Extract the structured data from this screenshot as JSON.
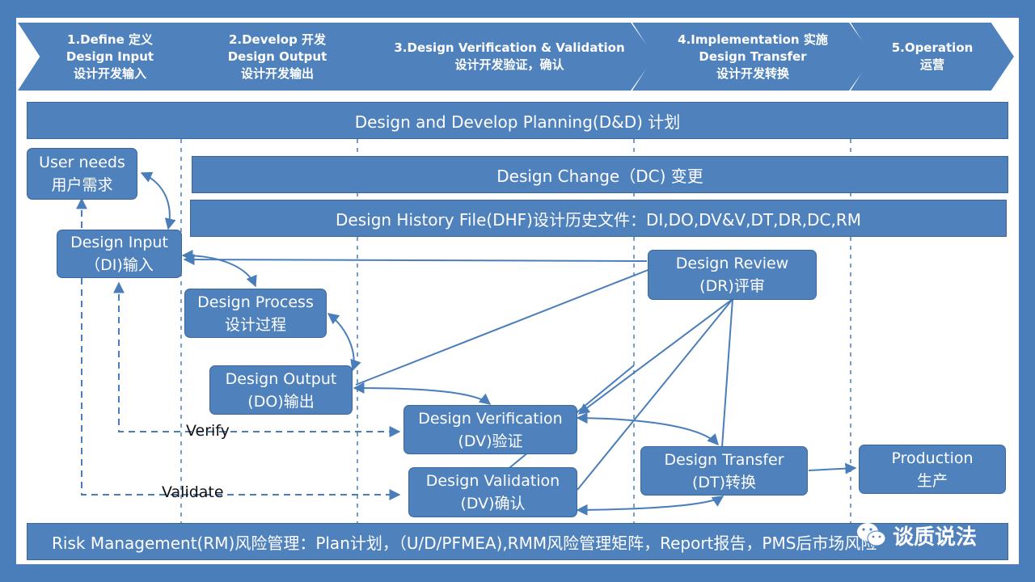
{
  "phases": [
    {
      "line1": "1.Define 定义",
      "line2": "Design Input",
      "line3": "设计开发输入"
    },
    {
      "line1": "2.Develop 开发",
      "line2": "Design Output",
      "line3": "设计开发输出"
    },
    {
      "line1": "3.Design Verification & Validation",
      "line2": "设计开发验证，确认",
      "line3": ""
    },
    {
      "line1": "4.Implementation 实施",
      "line2": "Design Transfer",
      "line3": "设计开发转换"
    },
    {
      "line1": "5.Operation",
      "line2": "运营",
      "line3": ""
    }
  ],
  "bands": {
    "planning": "Design and Develop Planning(D&D) 计划",
    "change": "Design Change（DC) 变更",
    "dhf": "Design History File(DHF)设计历史文件：DI,DO,DV&V,DT,DR,DC,RM",
    "risk": "Risk Management(RM)风险管理：Plan计划，（U/D/PFMEA),RMM风险管理矩阵，Report报告，PMS后市场风险"
  },
  "nodes": {
    "user_needs": {
      "line1": "User needs",
      "line2": "用户需求"
    },
    "design_input": {
      "line1": "Design Input",
      "line2": "（DI)输入"
    },
    "design_process": {
      "line1": "Design Process",
      "line2": "设计过程"
    },
    "design_output": {
      "line1": "Design Output",
      "line2": "(DO)输出"
    },
    "design_verification": {
      "line1": "Design Verification",
      "line2": "(DV)验证"
    },
    "design_validation": {
      "line1": "Design Validation",
      "line2": "(DV)确认"
    },
    "design_review": {
      "line1": "Design Review",
      "line2": "(DR)评审"
    },
    "design_transfer": {
      "line1": "Design Transfer",
      "line2": "(DT)转换"
    },
    "production": {
      "line1": "Production",
      "line2": "生产"
    }
  },
  "labels": {
    "verify": "Verify",
    "validate": "Validate"
  },
  "watermark": {
    "brand": "谈质说法",
    "icon": "wechat-icon"
  },
  "colors": {
    "frame": "#4a7ebb",
    "box": "#4f81bd",
    "line": "#4a7ebb"
  }
}
